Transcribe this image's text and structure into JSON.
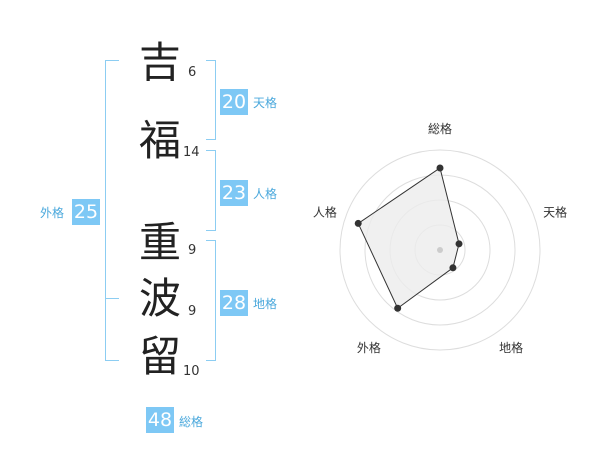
{
  "name": {
    "chars": [
      {
        "char": "吉",
        "strokes": "6"
      },
      {
        "char": "福",
        "strokes": "14"
      },
      {
        "char": "重",
        "strokes": "9"
      },
      {
        "char": "波",
        "strokes": "9"
      },
      {
        "char": "留",
        "strokes": "10"
      }
    ]
  },
  "fortune": {
    "tenkaku": {
      "value": "20",
      "label": "天格"
    },
    "jinkaku": {
      "value": "23",
      "label": "人格"
    },
    "chikaku": {
      "value": "28",
      "label": "地格"
    },
    "gaikaku": {
      "value": "25",
      "label": "外格"
    },
    "soukaku": {
      "value": "48",
      "label": "総格"
    }
  },
  "colors": {
    "accent": "#7ec8f5",
    "bracket": "#8ccdf2",
    "label": "#4aa8dc"
  },
  "chart_data": {
    "type": "radar",
    "axes": [
      "総格",
      "天格",
      "地格",
      "外格",
      "人格"
    ],
    "values": [
      0.82,
      0.2,
      0.22,
      0.72,
      0.86
    ],
    "range": [
      0,
      1
    ],
    "rings": 4
  }
}
